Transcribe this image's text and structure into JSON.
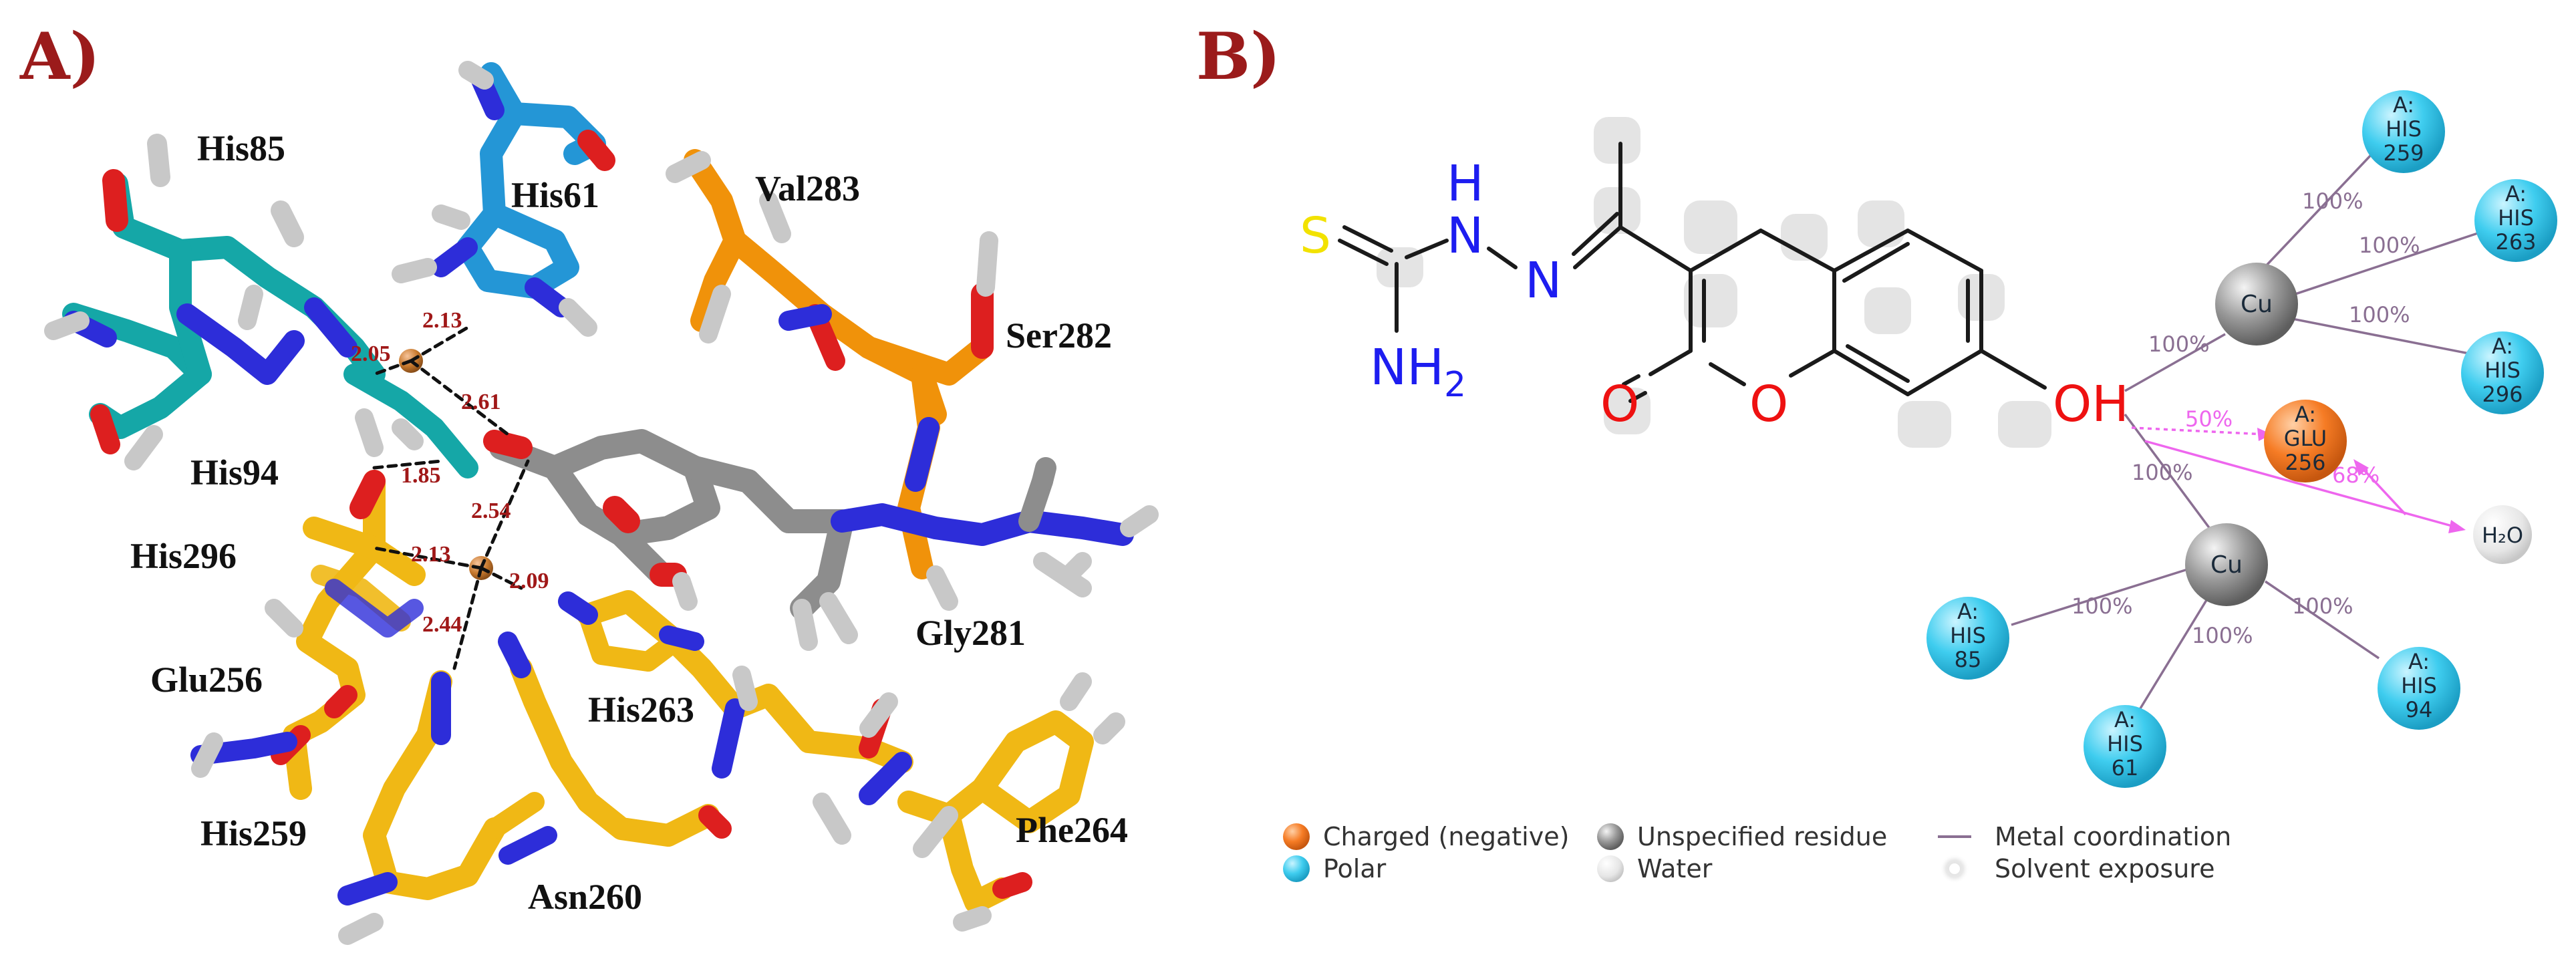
{
  "panel_a": {
    "label": "A)",
    "residues": [
      "His85",
      "His61",
      "Val283",
      "Ser282",
      "His94",
      "His296",
      "Glu256",
      "Gly281",
      "His263",
      "His259",
      "Asn260",
      "Phe264"
    ],
    "distances": [
      "2.13",
      "2.05",
      "2.61",
      "1.85",
      "2.54",
      "2.13",
      "2.09",
      "2.44"
    ]
  },
  "panel_b": {
    "label": "B)",
    "atoms": {
      "s": "S",
      "h": "H",
      "n1": "N",
      "n2": "N",
      "nh2_main": "NH",
      "nh2_sub": "2",
      "o_carbonyl": "O",
      "o_ring": "O",
      "oh": "OH"
    },
    "metals": [
      "Cu",
      "Cu"
    ],
    "residue_nodes": [
      [
        "A:",
        "HIS",
        "259"
      ],
      [
        "A:",
        "HIS",
        "263"
      ],
      [
        "A:",
        "HIS",
        "296"
      ],
      [
        "A:",
        "GLU",
        "256"
      ],
      [
        "A:",
        "HIS",
        "85"
      ],
      [
        "A:",
        "HIS",
        "61"
      ],
      [
        "A:",
        "HIS",
        "94"
      ]
    ],
    "water": "H₂O",
    "percentages": [
      "100%",
      "100%",
      "100%",
      "100%",
      "100%",
      "100%",
      "100%",
      "100%",
      "50%",
      "68%"
    ]
  },
  "legend": {
    "items": [
      "Charged (negative)",
      "Polar",
      "Unspecified residue",
      "Water",
      "Metal coordination",
      "Solvent exposure"
    ]
  },
  "colors": {
    "panel_label": "#9b1b1b",
    "distance_label": "#a01818",
    "polar": "#35c8ec",
    "charged_negative": "#f57a22",
    "metal": "#8a8a8a",
    "metal_coordination": "#8a6f92",
    "hbond": "#ee66ee",
    "carbon": "#8d8d8d",
    "nitrogen": "#2d2dd9",
    "oxygen": "#dd1f1f",
    "sulfur": "#f1e100",
    "his_cyan": "#15a7a7",
    "his_blue": "#2496d6",
    "orange_residue": "#f0920a",
    "gold_residue": "#f0b815"
  }
}
